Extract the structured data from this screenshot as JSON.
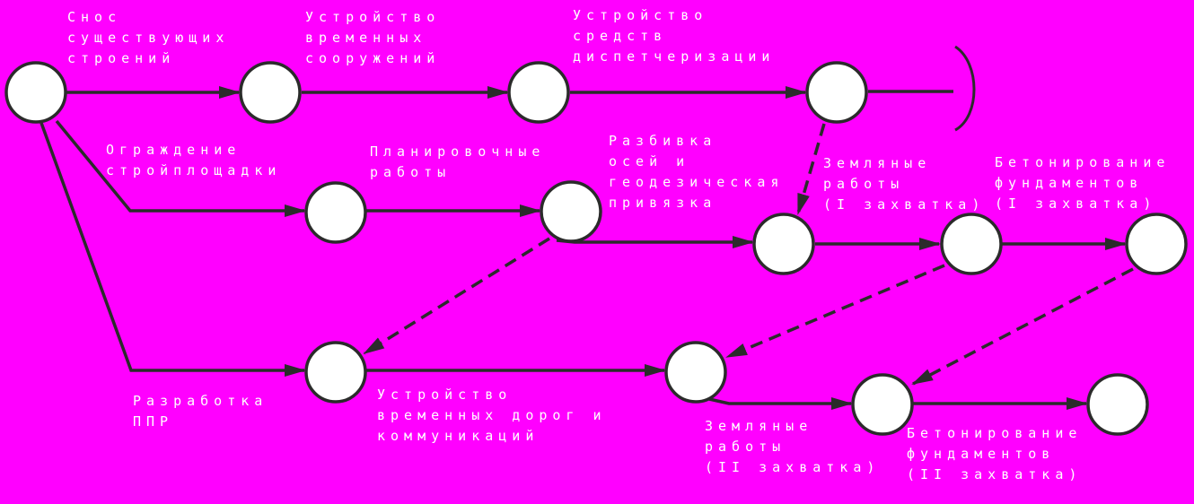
{
  "labels": {
    "demolition": "Снос\nсуществующих\nстроений",
    "temp_structures": "Устройство\nвременных\nсооружений",
    "dispatch": "Устройство\nсредств\nдиспетчеризации",
    "fencing": "Ограждение\nстройплощадки",
    "grading": "Планировочные\nработы",
    "layout": "Разбивка\nосей и\nгеодезическая\nпривязка",
    "earthwork_1": "Земляные\nработы\n(I захватка)",
    "concrete_1": "Бетонирование\nфундаментов\n(I захватка)",
    "ppr": "Разработка\nППР",
    "temp_roads": "Устройство\nвременных дорог и\nкоммуникаций",
    "earthwork_2": "Земляные\nработы\n(II захватка)",
    "concrete_2": "Бетонирование\nфундаментов\n(II захватка)"
  },
  "colors": {
    "background": "#ff00ff",
    "line": "#2b2b2b",
    "node_fill": "#ffffff",
    "text": "#ffffff"
  }
}
